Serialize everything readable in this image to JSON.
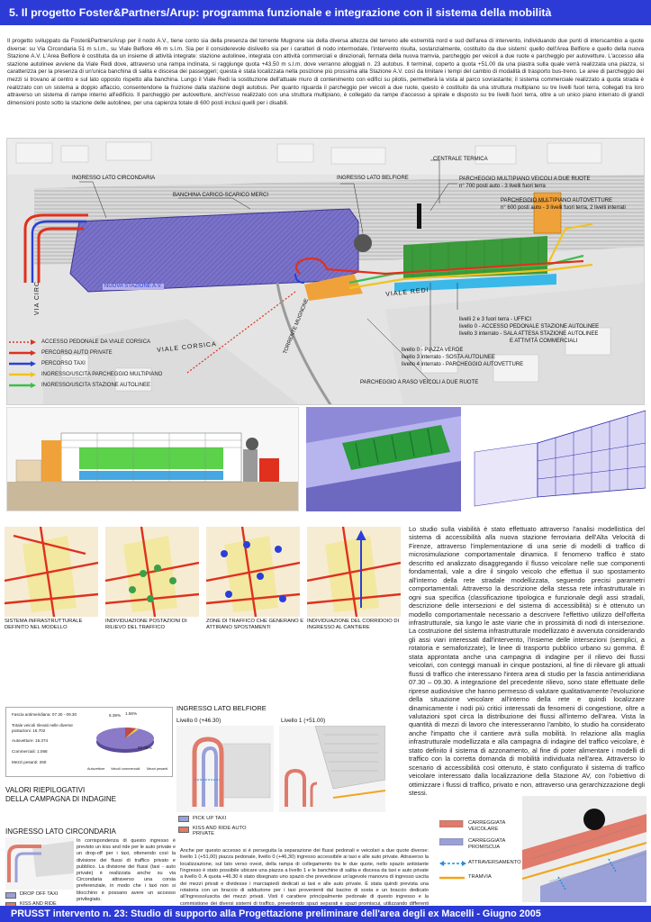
{
  "header": {
    "title": "5. Il progetto Foster&Partners/Arup: programma funzionale e integrazione con il sistema della mobilità"
  },
  "intro_text": "Il progetto sviluppato da Foster&Partners/Arup per il nodo A.V., tiene conto sia della presenza del torrente Mugnone sia della diversa altezza del terreno alle estremità nord e sud dell'area di intervento, individuando due punti di interscambio a quote diverse: su Via Circondaria 51 m s.l.m., su Viale Belfiore 46 m s.l.m. Sia per il considerevole dislivello sia per i caratteri di nodo intermodale, l'intervento risulta, sostanzialmente, costituito da due sistemi: quello dell'Area Belfiore e quello della nuova Stazione A.V. L'Area Belfiore è costituita da un insieme di attività integrate: stazione autolinee, integrata con attività commerciali e direzionali, fermata della nuova tramvia, parcheggio per veicoli a due ruote e parcheggio per autovetture. L'accesso alla stazione autolinee avviene da Viale Redi dove, attraverso una rampa inclinata, si raggiunge quota +43.50 m s.l.m. dove verranno alloggiati n. 23 autobus. Il terminal, coperto a quota +51.00 da una piastra sulla quale verrà realizzata una piazza, si caratterizza per la presenza di un'unica banchina di salita e discesa dei passeggeri; questa è stata localizzata nella posizione più prossima alla Stazione A.V. così da limitare i tempi del cambio di modalità di trasporto bus-treno. Le aree di parcheggio dei mezzi si trovano al centro e sul lato opposto rispetto alla banchina. Lungo il Viale Redi la sostituzione dell'attuale muro di contenimento con edifici su pilotis, permetterà la vista al parco sovrastante; il sistema commerciale realizzato a quota strada è realizzato con un sistema a doppio affaccio, consentendone la fruizione dalla stazione degli autobus. Per quanto riguarda il parcheggio per veicoli a due ruote, questo è costituito da una struttura multipiano su tre livelli fuori terra, collegati tra loro attraverso un sistema di rampe interno all'edificio. Il parcheggio per autovetture, anch'esso realizzato con una struttura multipiano, è collegato da rampe d'accesso a spirale e disposto su tre livelli fuori terra, oltre a un unico piano interrato di grandi dimensioni posto sotto la stazione delle autolinee, per una capienza totale di 600 posti inclusi quelli per i disabili.",
  "site_plan": {
    "labels": {
      "ingresso_circondaria": "INGRESSO LATO CIRCONDARIA",
      "ingresso_belfiore": "INGRESSO LATO BELFIORE",
      "centrale_termica": "CENTRALE TERMICA",
      "banchina": "BANCHINA CARICO-SCARICO MERCI",
      "parch_moto_1": "PARCHEGGIO MULTIPIANO VEICOLI A DUE RUOTE",
      "parch_moto_2": "n° 700 posti auto - 3 livelli fuori terra",
      "parch_auto_1": "PARCHEGGIO MULTIPIANO AUTOVETTURE",
      "parch_auto_2": "n° 600 posti auto - 3 livelli fuori terra, 2 livelli interrati",
      "nuova_stazione": "NUOVA STAZIONE A.V.",
      "via_circ": "VIA CIRC",
      "viale_redi": "VIALE REDI",
      "torrente": "TORRENTE MUGNONE",
      "viale_corsica": "VIALE CORSICA",
      "livelli_1": "livelli 2 e 3 fuori terra - UFFICI",
      "livelli_2": "livello 0 - ACCESSO PEDONALE STAZIONE AUTOLINEE",
      "livelli_3": "livello 3 interrato - SALA ATTESA STAZIONE AUTOLINEE",
      "livelli_4": "E ATTIVITÀ COMMERCIALI",
      "piazza_1": "livello 0 - PIAZZA VERDE",
      "piazza_2": "livello 3 interrato - SOSTA AUTOLINEE",
      "piazza_3": "livello 4 interrato - PARCHEGGIO AUTOVETTURE",
      "parch_raso": "PARCHEGGIO A RASO VEICOLI A DUE RUOTE"
    },
    "legend": [
      {
        "label": "ACCESSO PEDONALE DA VIALE CORSICA",
        "color": "#e0301e",
        "style": "dotted"
      },
      {
        "label": "PERCORSO AUTO PRIVATE",
        "color": "#e0301e",
        "style": "solid"
      },
      {
        "label": "PERCORSO TAXI",
        "color": "#2a3fd6",
        "style": "solid"
      },
      {
        "label": "INGRESSO/USCITA PARCHEGGIO MULTIPIANO",
        "color": "#f2c21a",
        "style": "solid"
      },
      {
        "label": "INGRESSO/USCITA STAZIONE AUTOLINEE",
        "color": "#3bbf4a",
        "style": "solid"
      }
    ]
  },
  "map_captions": [
    "SISTEMA INFRASTRUTTURALE DEFINITO NEL MODELLO",
    "INDIVIDUAZIONE POSTAZIONI DI RILIEVO DEL TRAFFICO",
    "ZONE DI TRAFFICO CHE GENERANO E ATTIRANO SPOSTAMENTI",
    "INDIVIDUAZIONE DEL CORRIDOIO DI INGRESSO AL CANTIERE"
  ],
  "study_text": "Lo studio sulla viabilità è stato effettuato attraverso l'analisi modellistica del sistema di accessibilità alla nuova stazione ferroviaria dell'Alta Velocità di Firenze, attraverso l'implementazione di una serie di modelli di traffico di microsimulazione comportamentale dinamica. Il fenomeno traffico è stato descritto ed analizzato disaggregando il flusso veicolare nelle sue componenti fondamentali, vale a dire il singolo veicolo che effettua il suo spostamento all'interno della rete stradale modellizzata, seguendo precisi parametri comportamentali. Attraverso la descrizione della stessa rete infrastrutturale in ogni sua specifica (classificazione tipologica e funzionale degli assi stradali, descrizione delle intersezioni e del sistema di accessibilità) si è ottenuto un modello comportamentale necessario a descrivere l'effettivo utilizzo dell'offerta infrastrutturale, sia lungo le aste viarie che in prossimità di nodi di intersezione. La costruzione del sistema infrastrutturale modellizzato è avvenuta considerando gli assi viari interessati dall'intervento, l'insieme delle intersezioni (semplici, a rotatoria e semaforizzate), le linee di trasporto pubblico urbano su gomma. È stata approntata anche una campagna di indagine per il rilievo dei flussi veicolari, con conteggi manuali in cinque postazioni, al fine di rilevare gli attuali flussi di traffico che interessano l'intera area di studio per la fascia antimeridiana 07.30 – 09.30. A integrazione del precedente rilievo, sono state effettuate delle riprese audiovisive che hanno permesso di valutare qualitativamente l'evoluzione della situazione veicolare all'interno della rete e quindi localizzare dinamicamente i nodi più critici interessati da fenomeni di congestione, oltre a valutazioni spot circa la distribuzione dei flussi all'interno dell'area. Vista la quantità di mezzi di lavoro che interesseranno l'ambito, lo studio ha considerato anche l'impatto che il cantiere avrà sulla mobilità. In relazione alla maglia infrastrutturale modellizzata e alla campagna di indagine del traffico veicolare, è stato definito il sistema di azzonamento, al fine di poter alimentare i modelli di traffico con la corretta domanda di mobilità individuata nell'area. Attraverso lo scenario di accessibilità così ottenuto, è stato configurato il sistema di traffico veicolare interessato dalla localizzazione della Stazione AV, con l'obiettivo di ottimizzare i flussi di traffico, privato e non, attraverso una gerarchizzazione degli stessi.",
  "survey": {
    "fascia": "Fascia antimeridiana: 07.30 - 09.30",
    "totale_label": "Totale veicoli rilevati nelle diverse postazioni: 16.702",
    "autovetture": "Autovetture: 15.374",
    "commerciali": "Commerciali: 1.068",
    "pesanti": "Mezzi pesanti: 260",
    "pie_labels": [
      "6.39%",
      "1.56%",
      "92.05%"
    ],
    "pie_legend": [
      "Autovetture",
      "Veicoli commerciali",
      "Mezzi pesanti"
    ],
    "valori_1": "VALORI RIEPILOGATIVI",
    "valori_2": "DELLA CAMPAGNA DI INDAGINE"
  },
  "belfiore": {
    "title": "INGRESSO LATO BELFIORE",
    "level0": "Livello 0 (+46.30)",
    "level1": "Livello 1 (+51.00)",
    "legend": [
      {
        "label": "PICK UP TAXI",
        "color": "#9aa0d8"
      },
      {
        "label": "KISS AND RIDE AUTO PRIVATE",
        "color": "#e07a6a"
      }
    ],
    "text": "Anche per questo accesso si è perseguita la separazione dei flussi pedonali e veicolari a due quote diverse: livello 1 (+51,00) piazza pedonale, livello 0 (+46,30) ingresso accessibile ai taxi e alle auto private. Attraverso la localizzazione, sul lato verso ovest, della rampa di collegamento tra le due quote, nello spazio antistante l'ingresso è stato possibile ubicare una piazza a livello 1 e le banchine di salita e discesa da taxi e auto private a livello 0. A quota +46.30 è stato disegnato uno spazio che prevedesse un'agevole manovra di ingresso uscita dei mezzi privati e dividesse i marciapiedi dedicati ai taxi e alle auto private. È stata quindi prevista una rotatoria con un braccio di adduzione per i taxi provenienti dal bacino di sosta e un braccio dedicato all'ingresso/uscita dei mezzi privati. Visti il carattere principalmente pedonale di questo ingresso e la commistione dei diversi sistemi di traffico, prevedendo spazi separati e spazi promiscui, utilizzando differenti pavimentazioni a differenti quote e impiegando elementi dissuasori, si è cercato di ottenere maggiore attenzione da parte dei guidatori, una limitazione della velocità per i veicoli nell'obiettivo di evitare conflitti tra i diversi flussi di traffico."
  },
  "circondaria": {
    "title": "INGRESSO LATO CIRCONDARIA",
    "text": "In corrispondenza di questo ingresso è previsto un kiss and ride per le auto private e un drop-off per i taxi, ottenendo così la divisione dei flussi di traffico privato e pubblico. La divisione dei flussi (taxi - auto private) è realizzata anche su via Circondaria attraverso una corsia preferenziale, in modo che i taxi non si blocchino e possano avere un accesso privilegiato.",
    "legend": [
      {
        "label": "DROP OFF TAXI",
        "color": "#9aa0d8"
      },
      {
        "label": "KISS AND RIDE AUTO PRIVATE",
        "color": "#e07a6a"
      }
    ]
  },
  "right_legend": [
    {
      "label": "CARREGGIATA VEICOLARE",
      "color": "#e07a6a"
    },
    {
      "label": "CARREGGIATA PROMISCUA",
      "color": "#9aa0d8"
    },
    {
      "label": "ATTRAVERSAMENTO",
      "color": "#1e8fe0"
    },
    {
      "label": "TRAMVIA",
      "color": "#f2a51a"
    }
  ],
  "footer": {
    "title": "PRUSST intervento n. 23: Studio di supporto alla Progettazione preliminare dell'area degli ex Macelli - Giugno 2005"
  }
}
